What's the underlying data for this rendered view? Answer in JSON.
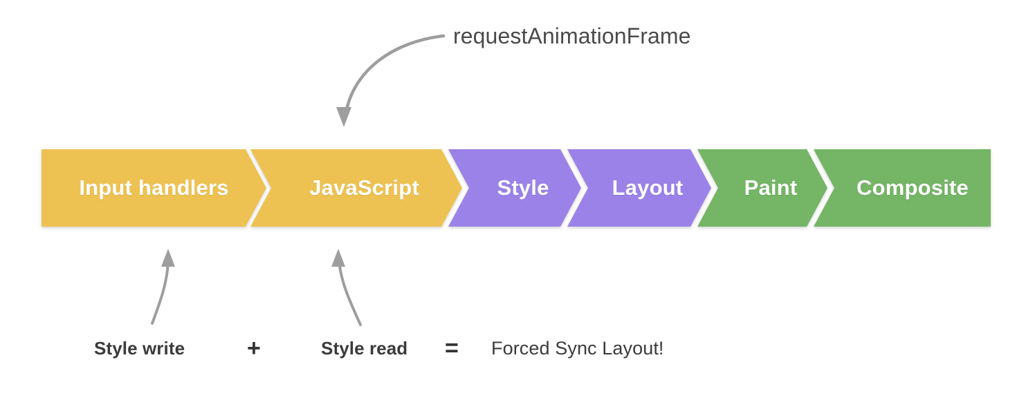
{
  "diagram": {
    "title_annotation": "requestAnimationFrame",
    "pipeline": {
      "stages": [
        {
          "label": "Input handlers",
          "color": "#edc253",
          "group": "script"
        },
        {
          "label": "JavaScript",
          "color": "#edc253",
          "group": "script"
        },
        {
          "label": "Style",
          "color": "#9b82e8",
          "group": "render"
        },
        {
          "label": "Layout",
          "color": "#9b82e8",
          "group": "render"
        },
        {
          "label": "Paint",
          "color": "#74b566",
          "group": "raster"
        },
        {
          "label": "Composite",
          "color": "#74b566",
          "group": "raster"
        }
      ],
      "label_color": "#ffffff",
      "separator_color": "#ffffff"
    },
    "equation": {
      "left_term": "Style write",
      "plus_operator": "+",
      "right_term": "Style read",
      "equals_operator": "=",
      "result": "Forced Sync Layout!"
    },
    "arrows": {
      "raf_arrow": "curved-arrow-down-left",
      "style_write_arrow": "curved-arrow-up-right",
      "style_read_arrow": "curved-arrow-up-left",
      "stroke_color": "#9e9e9e"
    },
    "background_color": "#ffffff"
  }
}
